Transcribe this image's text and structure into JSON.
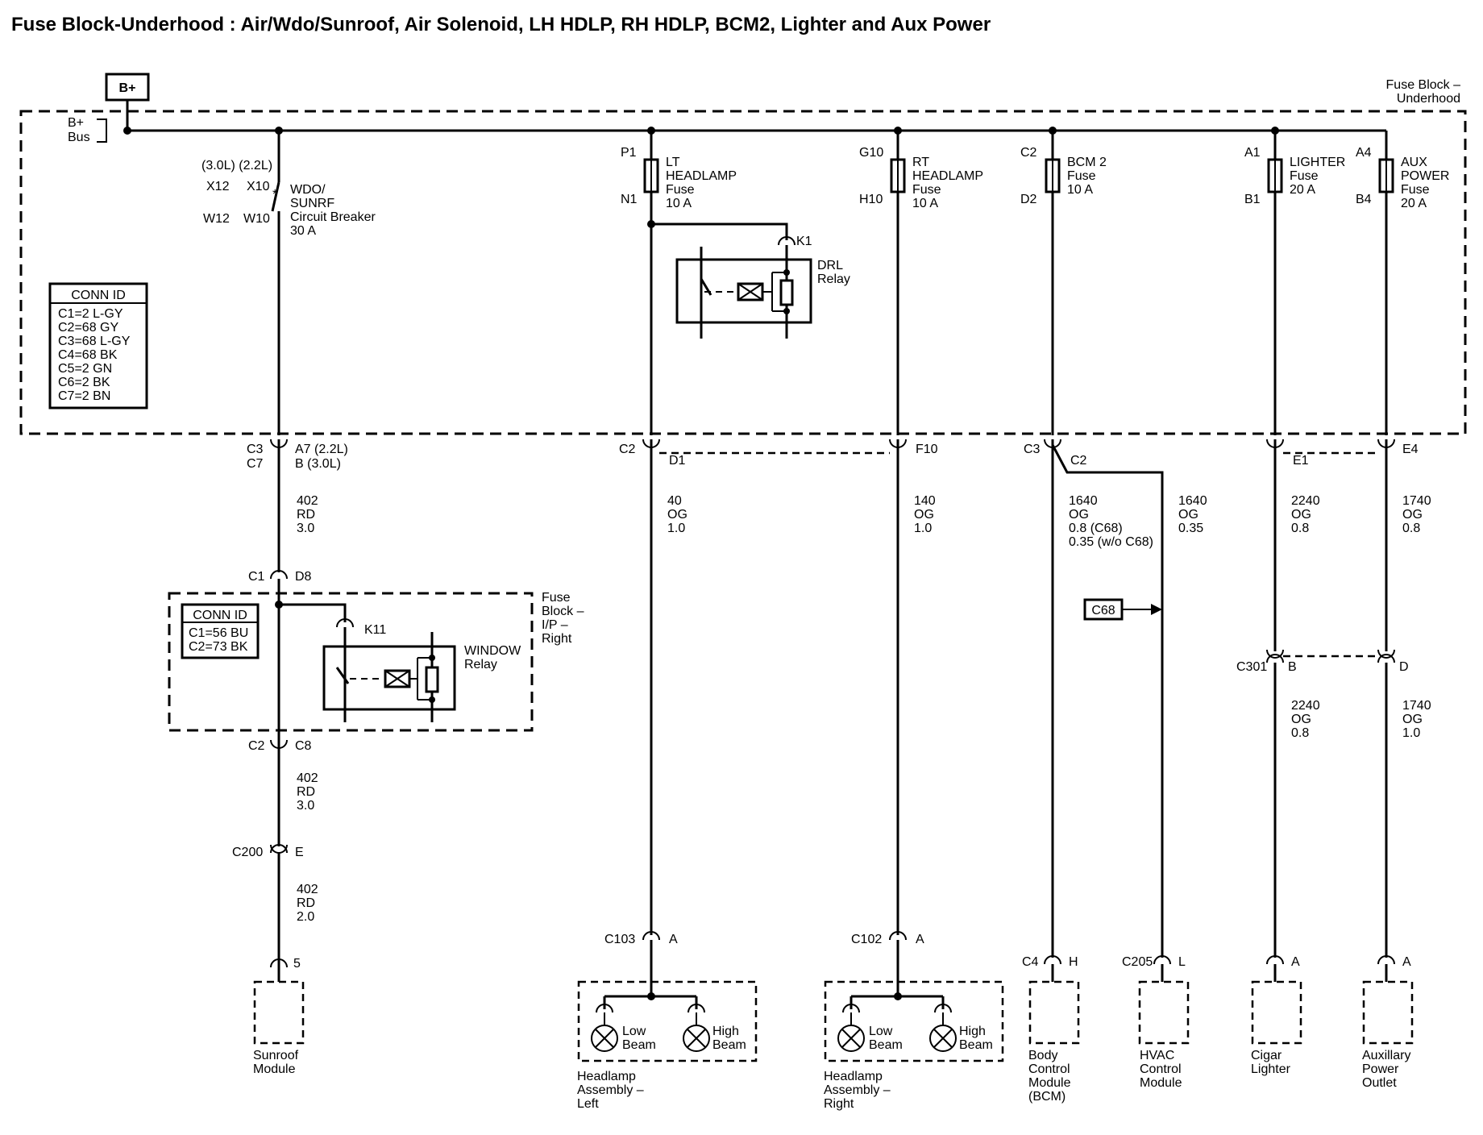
{
  "title": "Fuse Block-Underhood : Air/Wdo/Sunroof, Air Solenoid, LH HDLP, RH HDLP, BCM2, Lighter and Aux Power",
  "fuse_block": {
    "name_line1": "Fuse Block –",
    "name_line2": "Underhood",
    "b_plus": "B+",
    "bus_line1": "B+",
    "bus_line2": "Bus"
  },
  "conn_id_1": {
    "header": "CONN ID",
    "rows": [
      "C1=2 L-GY",
      "C2=68 GY",
      "C3=68 L-GY",
      "C4=68 BK",
      "C5=2 GN",
      "C6=2 BK",
      "C7=2 BN"
    ]
  },
  "conn_id_2": {
    "header": "CONN ID",
    "rows": [
      "C1=56 BU",
      "C2=73 BK"
    ]
  },
  "breaker": {
    "variants": "(3.0L)  (2.2L)",
    "top_pins": [
      "X12",
      "X10"
    ],
    "bottom_pins": [
      "W12",
      "W10"
    ],
    "name": [
      "WDO/",
      "SUNRF",
      "Circuit Breaker",
      "30 A"
    ]
  },
  "fuses": [
    {
      "pin_top": "P1",
      "pin_bottom": "N1",
      "name": [
        "LT",
        "HEADLAMP",
        "Fuse",
        "10 A"
      ]
    },
    {
      "pin_top": "G10",
      "pin_bottom": "H10",
      "name": [
        "RT",
        "HEADLAMP",
        "Fuse",
        "10 A"
      ]
    },
    {
      "pin_top": "C2",
      "pin_bottom": "D2",
      "name": [
        "BCM 2",
        "Fuse",
        "10 A"
      ]
    },
    {
      "pin_top": "A1",
      "pin_bottom": "B1",
      "name": [
        "LIGHTER",
        "Fuse",
        "20 A"
      ]
    },
    {
      "pin_top": "A4",
      "pin_bottom": "B4",
      "name": [
        "AUX",
        "POWER",
        "Fuse",
        "20 A"
      ]
    }
  ],
  "drl_relay": {
    "ref": "K1",
    "name": [
      "DRL",
      "Relay"
    ]
  },
  "window_relay": {
    "ref": "K11",
    "name": [
      "WINDOW",
      "Relay"
    ]
  },
  "fuse_block_ip": {
    "name": [
      "Fuse",
      "Block –",
      "I/P –",
      "Right"
    ]
  },
  "connectors": {
    "c3_left": "C3",
    "c7_left": "C7",
    "a7": "A7 (2.2L)",
    "b30": "B (3.0L)",
    "c2_d1": "C2",
    "d1": "D1",
    "f10": "F10",
    "c3_bcm": "C3",
    "c2_bcm": "C2",
    "e1": "E1",
    "e4": "E4",
    "c1": "C1",
    "d8": "D8",
    "c2_win": "C2",
    "c8": "C8",
    "c200": "C200",
    "e": "E",
    "pin5": "5",
    "c103": "C103",
    "a1": "A",
    "c102": "C102",
    "a2": "A",
    "c4": "C4",
    "h": "H",
    "c205": "C205",
    "l": "L",
    "a3": "A",
    "a4": "A",
    "c301": "C301",
    "b": "B",
    "d": "D"
  },
  "wires": [
    {
      "id": "w402a",
      "lines": [
        "402",
        "RD",
        "3.0"
      ]
    },
    {
      "id": "w402b",
      "lines": [
        "402",
        "RD",
        "3.0"
      ]
    },
    {
      "id": "w402c",
      "lines": [
        "402",
        "RD",
        "2.0"
      ]
    },
    {
      "id": "w40",
      "lines": [
        "40",
        "OG",
        "1.0"
      ]
    },
    {
      "id": "w140",
      "lines": [
        "140",
        "OG",
        "1.0"
      ]
    },
    {
      "id": "w1640a",
      "lines": [
        "1640",
        "OG",
        "0.8 (C68)",
        "0.35 (w/o C68)"
      ]
    },
    {
      "id": "w1640b",
      "lines": [
        "1640",
        "OG",
        "0.35"
      ]
    },
    {
      "id": "w2240a",
      "lines": [
        "2240",
        "OG",
        "0.8"
      ]
    },
    {
      "id": "w1740a",
      "lines": [
        "1740",
        "OG",
        "0.8"
      ]
    },
    {
      "id": "w2240b",
      "lines": [
        "2240",
        "OG",
        "0.8"
      ]
    },
    {
      "id": "w1740b",
      "lines": [
        "1740",
        "OG",
        "1.0"
      ]
    }
  ],
  "c68_tag": "C68",
  "components": [
    {
      "id": "sunroof",
      "name": [
        "Sunroof",
        "Module"
      ]
    },
    {
      "id": "headlamp_left",
      "name": [
        "Headlamp",
        "Assembly –",
        "Left"
      ],
      "low": [
        "Low",
        "Beam"
      ],
      "high": [
        "High",
        "Beam"
      ]
    },
    {
      "id": "headlamp_right",
      "name": [
        "Headlamp",
        "Assembly –",
        "Right"
      ],
      "low": [
        "Low",
        "Beam"
      ],
      "high": [
        "High",
        "Beam"
      ]
    },
    {
      "id": "bcm",
      "name": [
        "Body",
        "Control",
        "Module",
        "(BCM)"
      ]
    },
    {
      "id": "hvac",
      "name": [
        "HVAC",
        "Control",
        "Module"
      ]
    },
    {
      "id": "cigar",
      "name": [
        "Cigar",
        "Lighter"
      ]
    },
    {
      "id": "aux",
      "name": [
        "Auxillary",
        "Power",
        "Outlet"
      ]
    }
  ]
}
